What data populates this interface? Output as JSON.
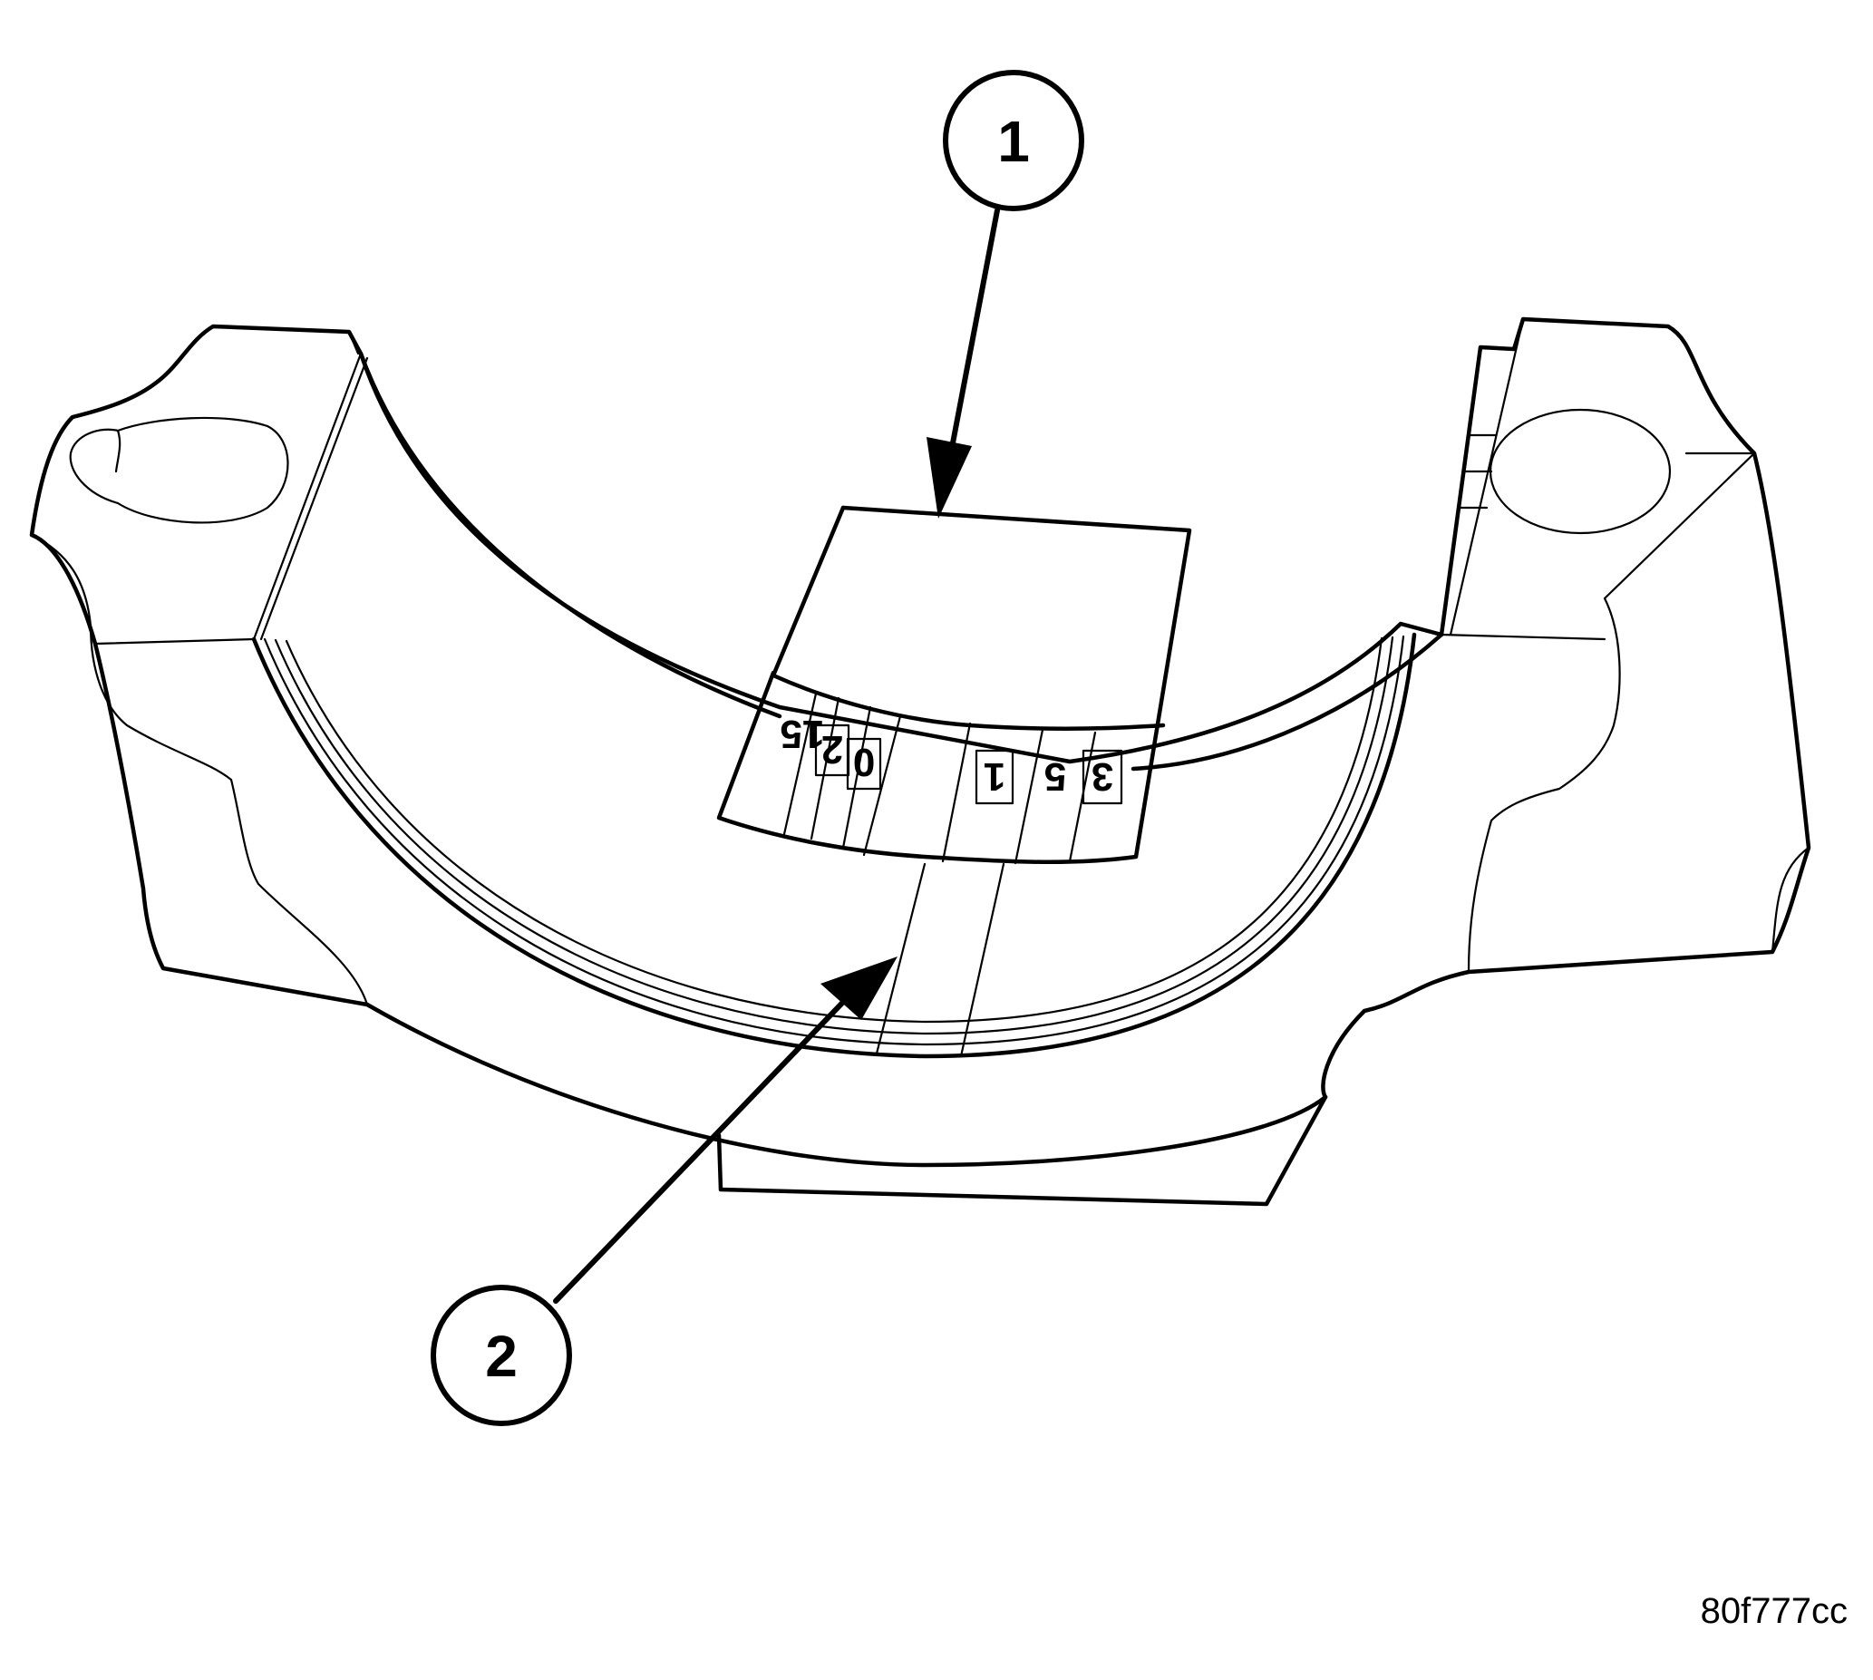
{
  "callouts": [
    {
      "id": "1",
      "label": "1"
    },
    {
      "id": "2",
      "label": "2"
    }
  ],
  "scale_marks": [
    "15",
    "2",
    "0",
    "1",
    "5",
    "3"
  ],
  "figure_id": "80f777cc"
}
